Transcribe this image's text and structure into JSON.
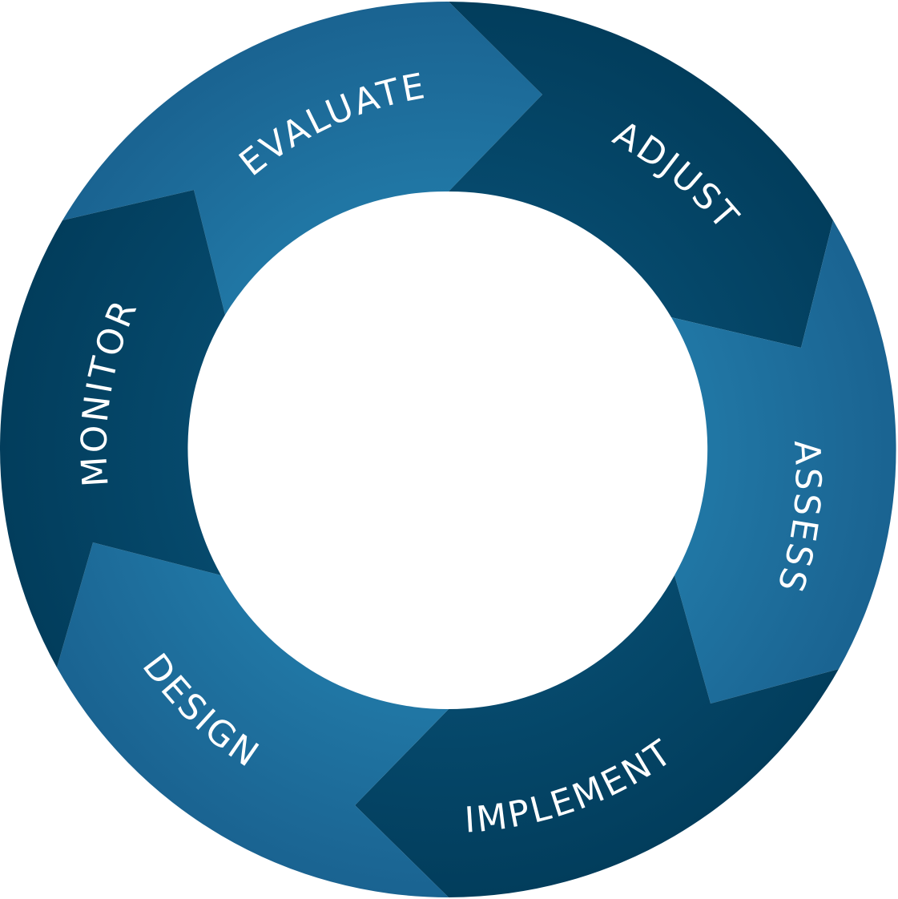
{
  "diagram": {
    "stages": [
      {
        "id": "evaluate",
        "label": "EVALUATE",
        "tone": "light"
      },
      {
        "id": "adjust",
        "label": "ADJUST",
        "tone": "dark"
      },
      {
        "id": "assess",
        "label": "ASSESS",
        "tone": "light"
      },
      {
        "id": "implement",
        "label": "IMPLEMENT",
        "tone": "dark"
      },
      {
        "id": "design",
        "label": "DESIGN",
        "tone": "light"
      },
      {
        "id": "monitor",
        "label": "MONITOR",
        "tone": "dark"
      }
    ]
  },
  "colors": {
    "light_center": "#2178a6",
    "light_edge": "#1a6391",
    "dark_center": "#064a6d",
    "dark_edge": "#023d5c",
    "label_text": "#ffffff",
    "background": "#ffffff"
  }
}
